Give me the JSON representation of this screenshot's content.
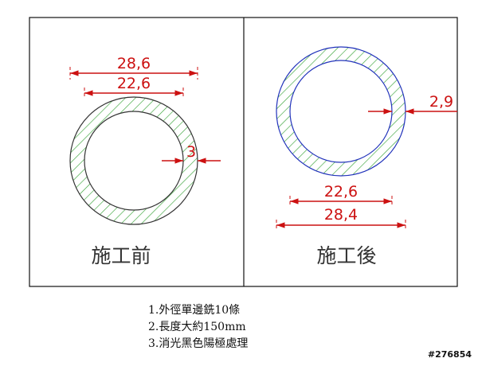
{
  "colors": {
    "frame": "#111111",
    "dimension": "#cc1111",
    "hatch": "#3aa53a",
    "before_outline": "#333333",
    "after_outline": "#2233bb"
  },
  "panel_before": {
    "caption": "施工前",
    "outer_diameter_label": "28,6",
    "inner_diameter_label": "22,6",
    "wall_label": "3"
  },
  "panel_after": {
    "caption": "施工後",
    "inner_diameter_label": "22,6",
    "outer_diameter_label": "28,4",
    "wall_label": "2,9"
  },
  "notes": [
    "1.外徑單邊銑10條",
    "2.長度大約150mm",
    "3.消光黑色陽極處理"
  ],
  "image_code": "#276854"
}
